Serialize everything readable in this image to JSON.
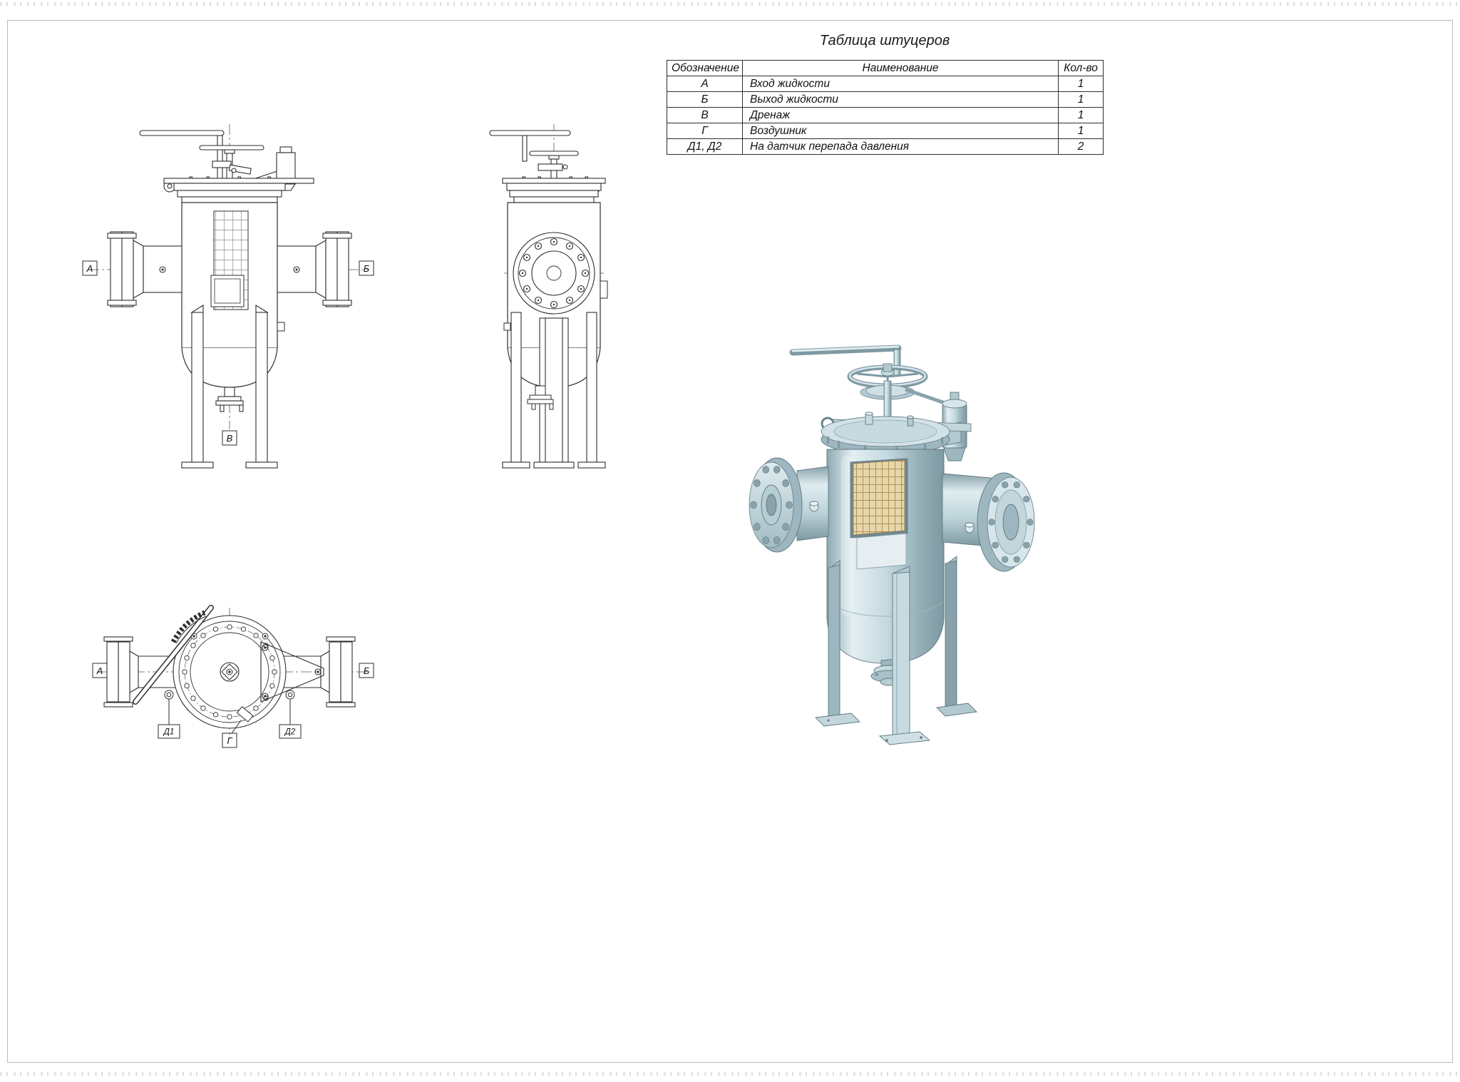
{
  "table": {
    "title": "Таблица штуцеров",
    "headers": {
      "designation": "Обозначение",
      "name": "Наименование",
      "qty": "Кол-во"
    },
    "rows": [
      {
        "designation": "А",
        "name": "Вход жидкости",
        "qty": "1"
      },
      {
        "designation": "Б",
        "name": "Выход жидкости",
        "qty": "1"
      },
      {
        "designation": "В",
        "name": "Дренаж",
        "qty": "1"
      },
      {
        "designation": "Г",
        "name": "Воздушник",
        "qty": "1"
      },
      {
        "designation": "Д1, Д2",
        "name": "На датчик перепада давления",
        "qty": "2"
      }
    ]
  },
  "front_view_labels": {
    "inlet": "А",
    "outlet": "Б",
    "drain": "В"
  },
  "top_view_labels": {
    "inlet": "А",
    "outlet": "Б",
    "d1": "Д1",
    "vent": "Г",
    "d2": "Д2"
  }
}
